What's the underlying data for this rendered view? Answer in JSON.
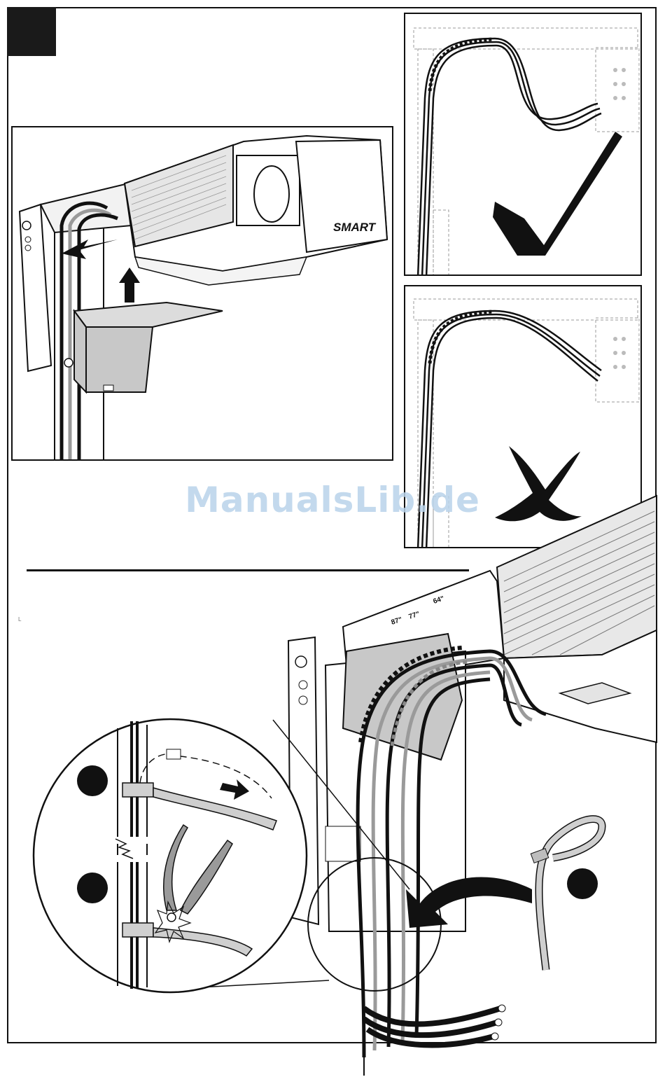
{
  "watermark": "ManualsLib.de",
  "projector": {
    "brand_label": "SMART"
  },
  "bracket": {
    "labels": [
      "87\"",
      "77\"",
      "64\""
    ]
  },
  "status": {
    "correct_icon": "checkmark-icon",
    "incorrect_icon": "x-mark-icon"
  },
  "colors": {
    "ink": "#111111",
    "gray_cable": "#9a9a9a",
    "plate": "#c8c8c8",
    "watermark": "#b9d3ea"
  },
  "footnote_mark": "L"
}
